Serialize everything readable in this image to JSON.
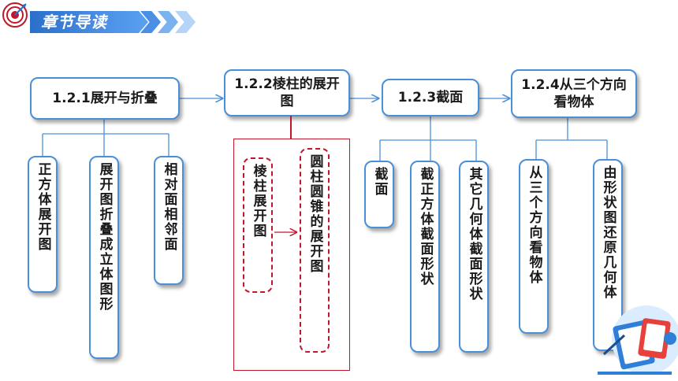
{
  "header": {
    "title": "章节导读"
  },
  "sections": [
    {
      "label": "1.2.1展开与折叠",
      "children": [
        "正方体展开图",
        "展开图折叠成立体图形",
        "相对面相邻面"
      ]
    },
    {
      "label": "1.2.2棱柱的展开图",
      "children": [
        "棱柱展开图",
        "圆柱圆锥的展开图"
      ]
    },
    {
      "label": "1.2.3截面",
      "children": [
        "截面",
        "截正方体截面形状",
        "其它几何体截面形状"
      ]
    },
    {
      "label": "1.2.4从三个方向看物体",
      "children": [
        "从三个方向看物体",
        "由形状图还原几何体"
      ]
    }
  ],
  "colors": {
    "box_border": "#4a90d9",
    "connector": "#4a90d9",
    "highlight": "#c0182a",
    "banner": "#2a6fc9"
  },
  "icons": [
    "target-icon",
    "decoration-illustration"
  ]
}
